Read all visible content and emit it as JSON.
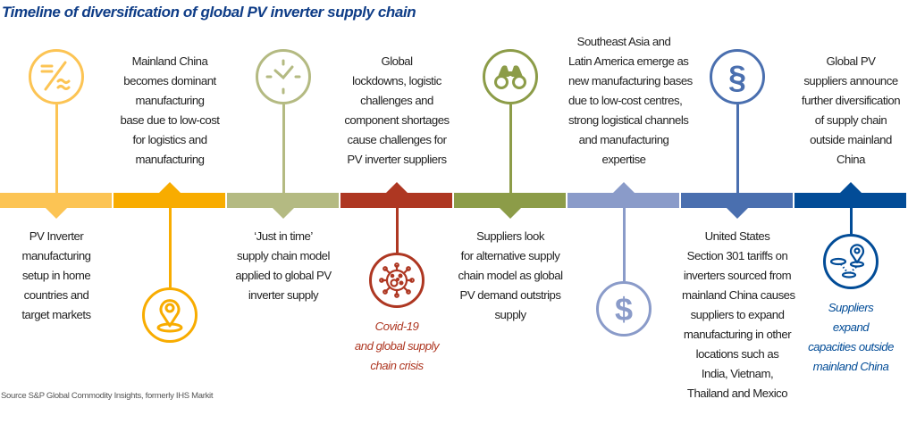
{
  "title": "Timeline of diversification of global PV inverter supply chain",
  "source": "Source S&P Global Commodity Insights, formerly IHS Markit",
  "colors": {
    "title": "#0f3d87",
    "segments": [
      "#fcc454",
      "#f8ac00",
      "#b4ba82",
      "#ae3722",
      "#8c9c48",
      "#8a9bc9",
      "#4a6faf",
      "#024c97"
    ]
  },
  "events": [
    {
      "icon": "percent-sine-icon",
      "position": "icon-above",
      "text": [
        "PV Inverter",
        "manufacturing",
        "setup in home",
        "countries and",
        "target markets"
      ]
    },
    {
      "icon": "location-pin-icon",
      "position": "icon-below",
      "text": [
        "Mainland China",
        "becomes dominant",
        "manufacturing",
        "base due to low-cost",
        "for logistics and",
        "manufacturing"
      ]
    },
    {
      "icon": "clock-icon",
      "position": "icon-above",
      "text": [
        "‘Just in time’",
        "supply chain model",
        "applied to global PV",
        "inverter supply"
      ]
    },
    {
      "icon": "virus-icon",
      "position": "icon-below",
      "text": [
        "Global",
        "lockdowns, logistic",
        "challenges and",
        "component shortages",
        "cause challenges for",
        "PV inverter suppliers"
      ],
      "caption": [
        "Covid-19",
        "and global supply",
        "chain crisis"
      ]
    },
    {
      "icon": "binoculars-icon",
      "position": "icon-above",
      "text": [
        "Suppliers look",
        "for alternative supply",
        "chain model as global",
        "PV demand outstrips",
        "supply"
      ]
    },
    {
      "icon": "dollar-icon",
      "position": "icon-below",
      "text": [
        "Southeast Asia and",
        "Latin America emerge as",
        "new manufacturing bases",
        "due to low-cost centres,",
        "strong logistical channels",
        "and manufacturing",
        "expertise"
      ]
    },
    {
      "icon": "section-sign-icon",
      "position": "icon-above",
      "text": [
        "United States",
        "Section 301 tariffs on",
        "inverters sourced from",
        "mainland China causes",
        "suppliers to expand",
        "manufacturing in other",
        "locations such as",
        "India, Vietnam,",
        "Thailand and Mexico"
      ]
    },
    {
      "icon": "map-route-icon",
      "position": "icon-below",
      "text": [
        "Global PV",
        "suppliers announce",
        "further diversification",
        "of supply chain",
        "outside mainland",
        "China"
      ],
      "caption": [
        "Suppliers",
        "expand",
        "capacities outside",
        "mainland China"
      ]
    }
  ]
}
